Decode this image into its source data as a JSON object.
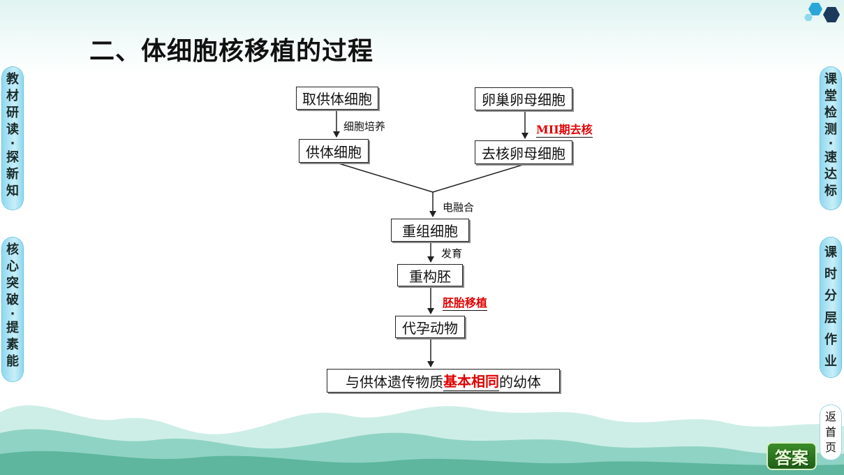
{
  "title": "二、体细胞核移植的过程",
  "left_nav": [
    {
      "chars": [
        "教",
        "材",
        "研",
        "读",
        "·",
        "探",
        "新",
        "知"
      ]
    },
    {
      "chars": [
        "核",
        "心",
        "突",
        "破",
        "·",
        "提",
        "素",
        "能"
      ]
    }
  ],
  "right_nav": [
    {
      "chars": [
        "课",
        "堂",
        "检",
        "测",
        "·",
        "速",
        "达",
        "标"
      ]
    },
    {
      "chars": [
        "课",
        "时",
        "分",
        "层",
        "作",
        "业"
      ]
    }
  ],
  "back_home": {
    "chars": [
      "返",
      "首",
      "页"
    ]
  },
  "answer_button": "答案",
  "diagram": {
    "nodes": {
      "donor_take": "取供体细胞",
      "oocyte_source": "卵巢卵母细胞",
      "donor_cell": "供体细胞",
      "enucleated_oocyte": "去核卵母细胞",
      "recombined_cell": "重组细胞",
      "reconstructed_embryo": "重构胚",
      "surrogate": "代孕动物",
      "offspring_before": "与供体遗传物质",
      "offspring_blank": "基本相同",
      "offspring_after": "的幼体"
    },
    "edges": {
      "culture": "细胞培养",
      "enucleate": "MII期去核",
      "fusion": "电融合",
      "develop": "发育",
      "transfer": "胚胎移植"
    }
  },
  "colors": {
    "answer_red": "#e00000",
    "tab_blue": "#8fd8ef",
    "answer_green": "#2f7a22"
  }
}
